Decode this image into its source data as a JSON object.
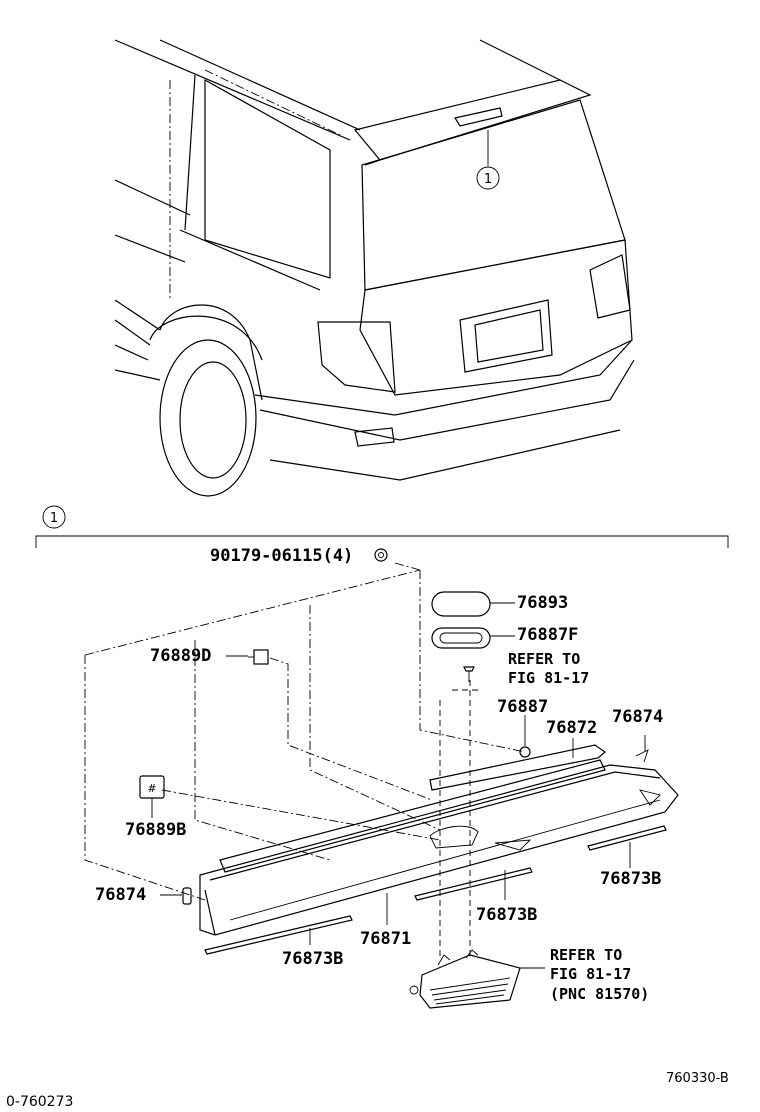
{
  "callout": {
    "number": "1"
  },
  "parts": {
    "bolt": "90179-06115(4)",
    "lens": "76893",
    "gasket": "76887F",
    "clip_d": "76889D",
    "refer_top_line1": "REFER TO",
    "refer_top_line2": "FIG 81-17",
    "seal": "76887",
    "molding": "76872",
    "plug_right": "76874",
    "clip_b": "76889B",
    "tape_right": "76873B",
    "plug_left": "76874",
    "tape_center": "76873B",
    "spoiler": "76871",
    "tape_left": "76873B",
    "refer_bottom_line1": "REFER TO",
    "refer_bottom_line2": "FIG 81-17",
    "refer_bottom_line3": "(PNC 81570)"
  },
  "footer": {
    "left_code": "0-760273",
    "right_code": "760330-B"
  }
}
